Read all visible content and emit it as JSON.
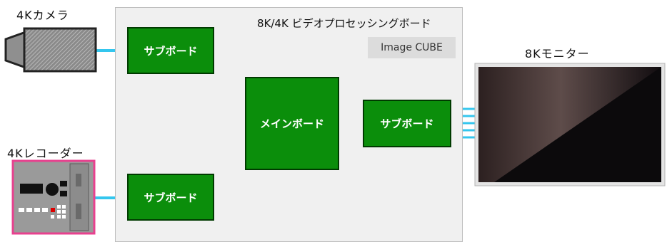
{
  "devices": {
    "camera_label": "4Kカメラ",
    "recorder_label": "4Kレコーダー",
    "monitor_label": "8Kモニター"
  },
  "board": {
    "title": "8K/4K ビデオプロセッシングボード",
    "product": "Image CUBE",
    "sub_top": "サブボード",
    "sub_bottom": "サブボード",
    "main": "メインボード",
    "sub_right": "サブボード"
  },
  "colors": {
    "board_green": "#0b8e0b",
    "link_blue": "#0000ee",
    "cable_cyan": "#34c6ee",
    "recorder_border": "#e8418f"
  }
}
